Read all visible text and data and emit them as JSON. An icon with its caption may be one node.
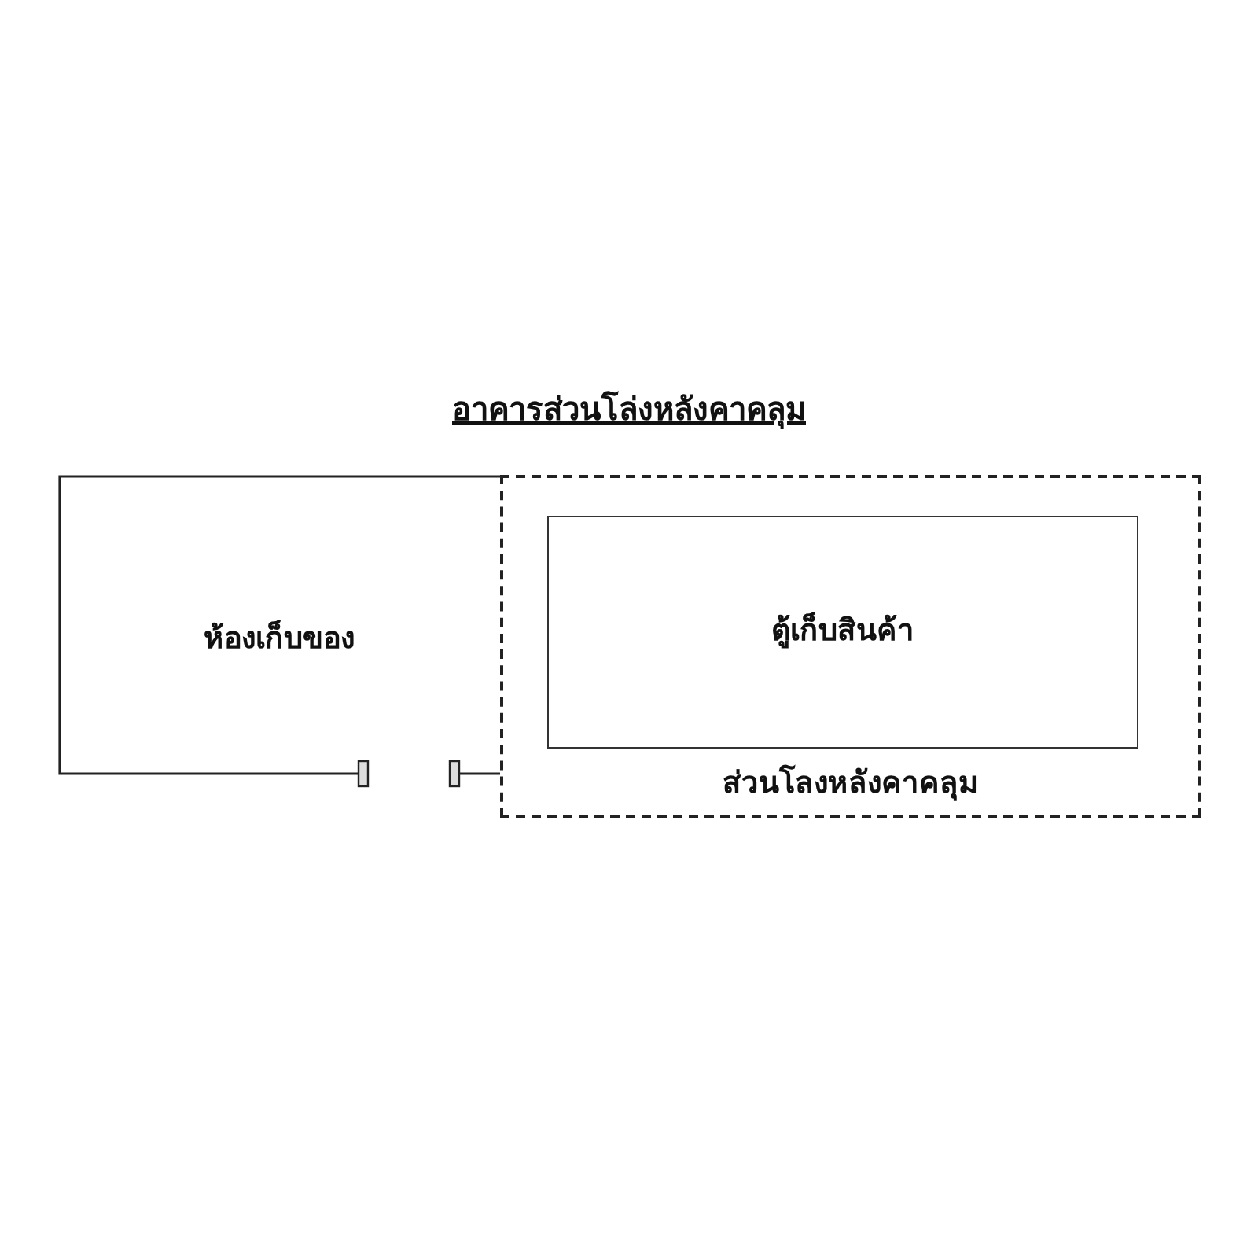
{
  "diagram": {
    "title": "อาคารส่วนโล่งหลังคาคลุม",
    "nodes": [
      {
        "text": [
          "ห้องเก็บของ"
        ]
      },
      {
        "text": [
          "ส่วนโลงหลังคาคลุม"
        ]
      },
      {
        "text": [
          "ตู้เก็บสินค้า"
        ],
        "in": 1
      }
    ]
  }
}
